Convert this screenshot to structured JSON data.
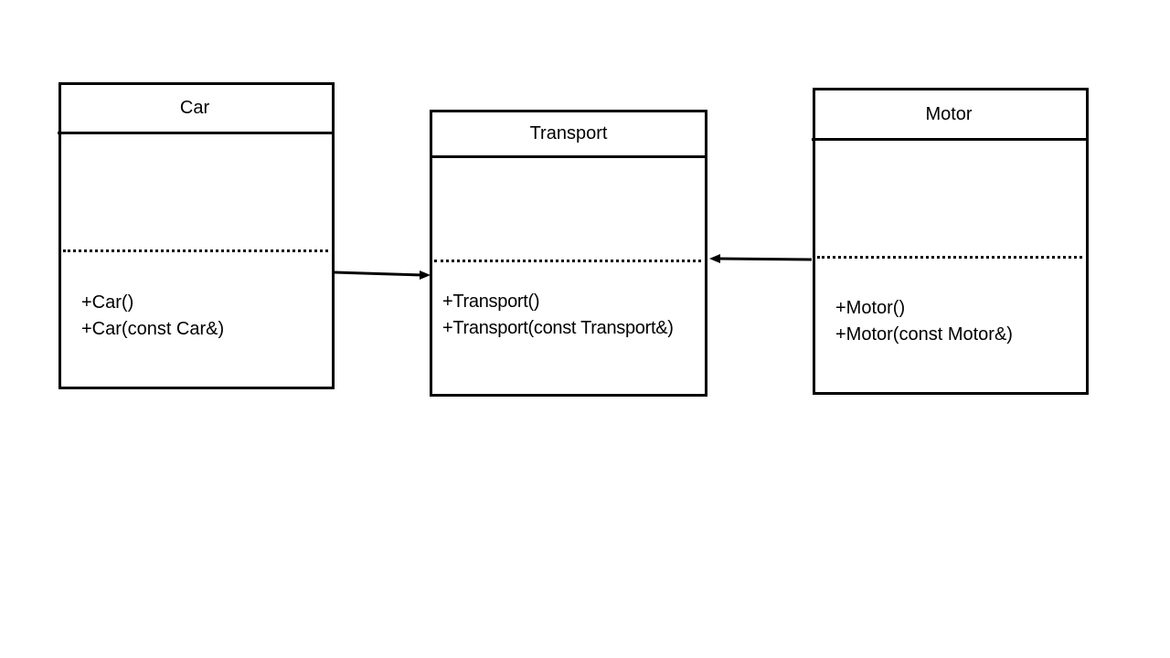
{
  "classes": {
    "car": {
      "name": "Car",
      "methods": [
        "+Car()",
        "+Car(const Car&)"
      ]
    },
    "transport": {
      "name": "Transport",
      "methods": [
        "+Transport()",
        "+Transport(const Transport&)"
      ]
    },
    "motor": {
      "name": "Motor",
      "methods": [
        "+Motor()",
        "+Motor(const Motor&)"
      ]
    }
  },
  "colors": {
    "stroke": "#000000",
    "background": "#ffffff"
  }
}
